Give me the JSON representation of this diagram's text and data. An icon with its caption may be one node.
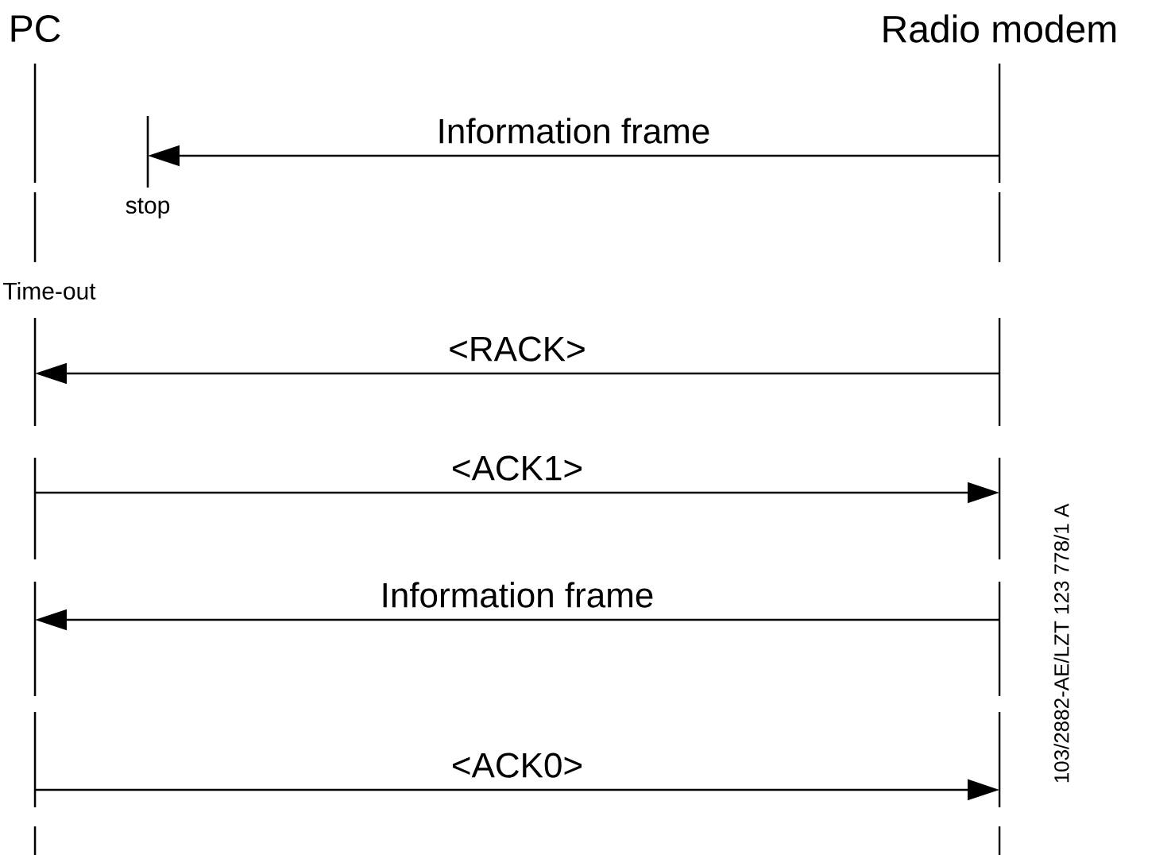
{
  "diagram": {
    "nodes": [
      {
        "text": [
          "PC"
        ]
      },
      {
        "text": [
          "Radio modem"
        ]
      },
      {
        "text": [
          "stop"
        ]
      }
    ],
    "edges": [
      {
        "from": 1,
        "to": 2,
        "arrow": "to",
        "label": "Information frame"
      },
      {
        "from": 1,
        "to": 0,
        "arrow": "to",
        "label": "<RACK>"
      },
      {
        "from": 0,
        "to": 1,
        "arrow": "to",
        "label": "<ACK1>"
      },
      {
        "from": 1,
        "to": 0,
        "arrow": "to",
        "label": "Information frame"
      },
      {
        "from": 0,
        "to": 1,
        "arrow": "to",
        "label": "<ACK0>"
      }
    ],
    "labels": [
      "Time-out",
      "103/2882-AE/LZT 123 778/1 A"
    ]
  }
}
